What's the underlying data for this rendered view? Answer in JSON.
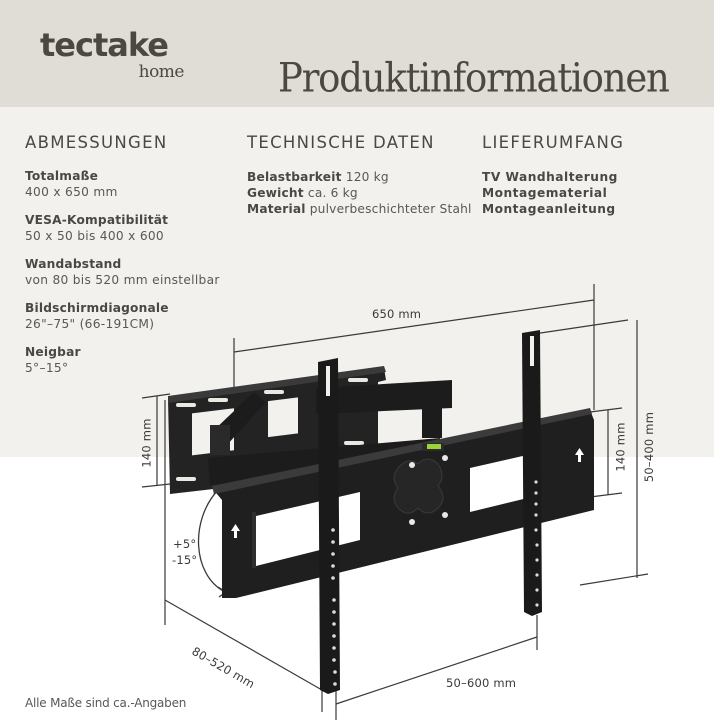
{
  "header": {
    "brand": "tectake",
    "brand_sub": "home",
    "title": "Produktinformationen"
  },
  "colors": {
    "header_bg": "#dfddd5",
    "section_bg": "#f2f1ed",
    "text": "#4a4843",
    "mount": "#1e1e1e",
    "spirit_level": "#9bd43a"
  },
  "abmessungen": {
    "heading": "ABMESSUNGEN",
    "specs": [
      {
        "label": "Totalmaße",
        "value": "400 x 650 mm"
      },
      {
        "label": "VESA-Kompatibilität",
        "value": "50 x 50 bis 400 x 600"
      },
      {
        "label": "Wandabstand",
        "value": "von 80 bis 520 mm einstellbar"
      },
      {
        "label": "Bildschirmdiagonale",
        "value": "26\"–75\" (66-191CM)"
      },
      {
        "label": "Neigbar",
        "value": "5°–15°"
      }
    ]
  },
  "technische_daten": {
    "heading": "TECHNISCHE DATEN",
    "rows": [
      {
        "label": "Belastbarkeit",
        "value": "120 kg"
      },
      {
        "label": "Gewicht",
        "value": "ca. 6 kg"
      },
      {
        "label": "Material",
        "value": "pulverbeschichteter Stahl"
      }
    ]
  },
  "lieferumfang": {
    "heading": "LIEFERUMFANG",
    "items": [
      "TV Wandhalterung",
      "Montagematerial",
      "Montageanleitung"
    ]
  },
  "diagram": {
    "width_label": "650 mm",
    "left_height_label": "140 mm",
    "right_height_label": "140 mm",
    "vesa_height_label": "50–400 mm",
    "tilt_up_label": "+5°",
    "tilt_down_label": "-15°",
    "depth_label": "80–520 mm",
    "vesa_width_label": "50–600 mm"
  },
  "footnote": "Alle Maße sind ca.-Angaben"
}
